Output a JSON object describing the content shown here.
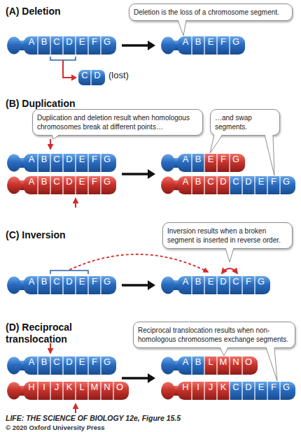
{
  "diagram": {
    "caption": "LIFE: THE SCIENCE OF BIOLOGY 12e, Figure 15.5",
    "nodes": [
      {
        "text": [
          "Deletion is the loss of a chromosome segment."
        ]
      },
      {
        "text": [
          "A",
          "B",
          "C",
          "D",
          "E",
          "F",
          "G"
        ]
      },
      {
        "text": [
          "C",
          "D",
          "(lost)"
        ]
      },
      {
        "text": [
          "A",
          "B",
          "E",
          "F",
          "G"
        ]
      },
      {
        "text": [
          "Duplication and deletion result when homologous chromosomes break at different points…"
        ]
      },
      {
        "text": [
          "…and swap segments."
        ]
      },
      {
        "text": [
          "A",
          "B",
          "C",
          "D",
          "E",
          "F",
          "G"
        ]
      },
      {
        "text": [
          "A",
          "B",
          "C",
          "D",
          "E",
          "F",
          "G"
        ]
      },
      {
        "text": [
          "A",
          "B",
          "E",
          "F",
          "G"
        ]
      },
      {
        "text": [
          "A",
          "B",
          "C",
          "D",
          "C",
          "D",
          "E",
          "F",
          "G"
        ]
      },
      {
        "text": [
          "Inversion results when a broken segment is inserted in reverse order."
        ]
      },
      {
        "text": [
          "A",
          "B",
          "C",
          "D",
          "E",
          "F",
          "G"
        ]
      },
      {
        "text": [
          "A",
          "B",
          "E",
          "D",
          "C",
          "F",
          "G"
        ]
      },
      {
        "text": [
          "Reciprocal translocation results when non-homologous chromosomes exchange segments."
        ]
      },
      {
        "text": [
          "A",
          "B",
          "C",
          "D",
          "E",
          "F",
          "G"
        ]
      },
      {
        "text": [
          "H",
          "I",
          "J",
          "K",
          "L",
          "M",
          "N",
          "O"
        ]
      },
      {
        "text": [
          "A",
          "B",
          "L",
          "M",
          "N",
          "O"
        ]
      },
      {
        "text": [
          "H",
          "I",
          "J",
          "K",
          "C",
          "D",
          "E",
          "F",
          "G"
        ]
      }
    ],
    "edges": [
      {
        "from": 1,
        "to": 3,
        "arrow": "to"
      },
      {
        "from": 1,
        "to": 2,
        "arrow": "to"
      },
      {
        "from": 6,
        "to": 8,
        "arrow": "to"
      },
      {
        "from": 11,
        "to": 12,
        "arrow": "to"
      },
      {
        "from": 14,
        "to": 16,
        "arrow": "to"
      }
    ],
    "labels": [
      "(A) Deletion",
      "(B) Duplication",
      "(C) Inversion",
      "(D) Reciprocal translocation",
      "© 2020 Oxford University Press"
    ]
  }
}
